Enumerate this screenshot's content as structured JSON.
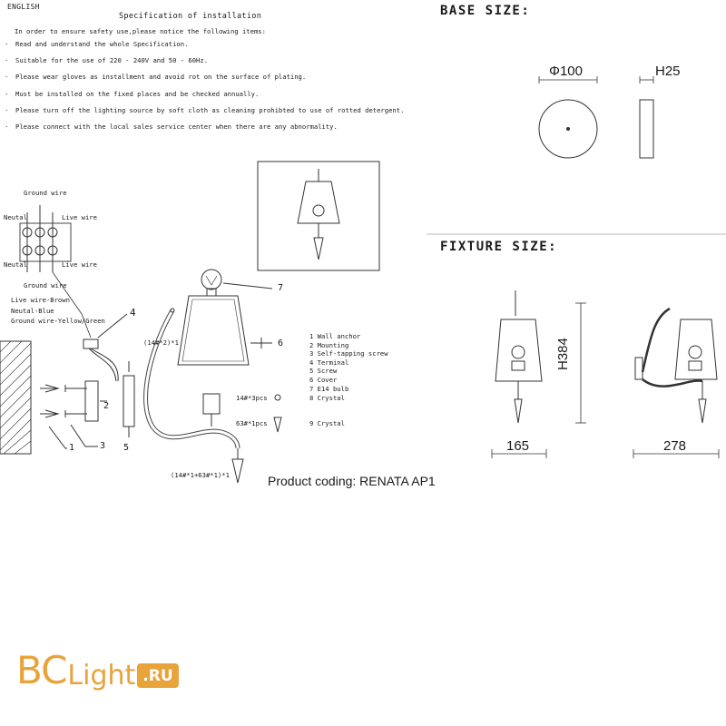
{
  "spec": {
    "language": "ENGLISH",
    "title": "Specification of installation",
    "intro": "In order to ensure safety use,please notice the following items:",
    "items": [
      "Read and understand the whole Specification.",
      "Suitable for the use of 220 - 240V and 50 - 60Hz.",
      "Please wear gloves as installment and avoid rot on the surface of plating.",
      "Must be installed on the fixed places and be checked annually.",
      "Please turn off the lighting source by soft cloth as cleaning prohibted to use of rotted detergent.",
      "Please connect with the local sales service center when there are any abnormality."
    ],
    "bullet": "·"
  },
  "base_size": {
    "header": "BASE SIZE:",
    "diameter": "Φ100",
    "height": "H25"
  },
  "fixture_size": {
    "header": "FIXTURE SIZE:",
    "height": "H384",
    "depth": "165",
    "width": "278"
  },
  "wiring": {
    "ground_top": "Ground wire",
    "neutral_top": "Neutal",
    "live_top": "Live wire",
    "neutral_bottom": "Neutal",
    "live_bottom": "Live wire",
    "ground_bottom": "Ground wire",
    "color_live": "Live wire-Brown",
    "color_neutral": "Neutal-Blue",
    "color_ground": "Ground wire-Yellow/Green"
  },
  "callouts": {
    "n1": "1",
    "n2": "2",
    "n3": "3",
    "n4": "4",
    "n5": "5",
    "n6": "6",
    "n7": "7",
    "n8": "8",
    "n9": "9",
    "arm_code": "(14#*2)*1",
    "crystal_8_qty": "14#*3pcs",
    "crystal_9_qty": "63#*1pcs",
    "drop_code": "(14#*1+63#*1)*1"
  },
  "parts": [
    "1 Wall anchor",
    "2 Mounting",
    "3 Self-tapping screw",
    "4 Terminal",
    "5 Screw",
    "6 Cover",
    "7 E14 bulb"
  ],
  "part_crystal_8": "Crystal",
  "part_crystal_9": "Crystal",
  "product_coding": "Product coding: RENATA AP1",
  "logo": {
    "bc": "BC",
    "light": "Light",
    "tld": ".RU",
    "color": "#e8a33a"
  }
}
